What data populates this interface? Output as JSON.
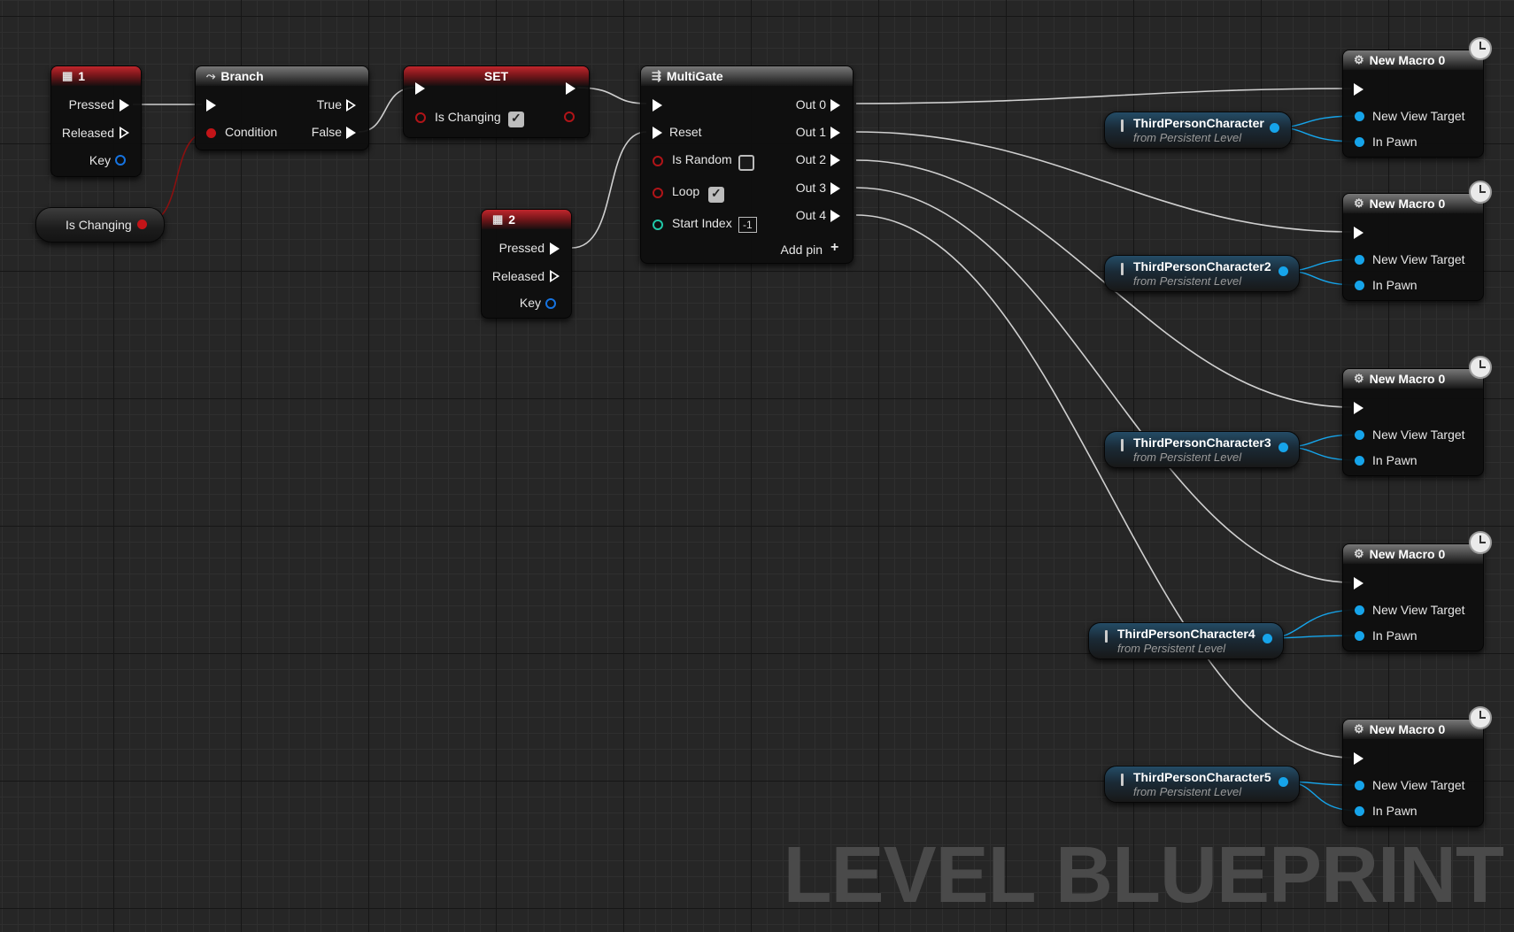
{
  "graph_type": "LEVEL BLUEPRINT",
  "key1": {
    "title": "1",
    "pins": [
      "Pressed",
      "Released",
      "Key"
    ]
  },
  "key2": {
    "title": "2",
    "pins": [
      "Pressed",
      "Released",
      "Key"
    ]
  },
  "is_changing_get": {
    "label": "Is Changing"
  },
  "branch": {
    "title": "Branch",
    "condition": "Condition",
    "true_label": "True",
    "false_label": "False"
  },
  "set_node": {
    "title": "SET",
    "var_label": "Is Changing",
    "checked": true
  },
  "multigate": {
    "title": "MultiGate",
    "reset": "Reset",
    "is_random": "Is Random",
    "is_random_checked": false,
    "loop": "Loop",
    "loop_checked": true,
    "start_index": "Start Index",
    "start_index_value": "-1",
    "outputs": [
      "Out 0",
      "Out 1",
      "Out 2",
      "Out 3",
      "Out 4"
    ],
    "add_pin": "Add pin"
  },
  "macros": [
    {
      "title": "New Macro 0",
      "pin1": "New View Target",
      "pin2": "In Pawn"
    },
    {
      "title": "New Macro 0",
      "pin1": "New View Target",
      "pin2": "In Pawn"
    },
    {
      "title": "New Macro 0",
      "pin1": "New View Target",
      "pin2": "In Pawn"
    },
    {
      "title": "New Macro 0",
      "pin1": "New View Target",
      "pin2": "In Pawn"
    },
    {
      "title": "New Macro 0",
      "pin1": "New View Target",
      "pin2": "In Pawn"
    }
  ],
  "characters": [
    {
      "name": "ThirdPersonCharacter",
      "sub": "from Persistent Level"
    },
    {
      "name": "ThirdPersonCharacter2",
      "sub": "from Persistent Level"
    },
    {
      "name": "ThirdPersonCharacter3",
      "sub": "from Persistent Level"
    },
    {
      "name": "ThirdPersonCharacter4",
      "sub": "from Persistent Level"
    },
    {
      "name": "ThirdPersonCharacter5",
      "sub": "from Persistent Level"
    }
  ],
  "colors": {
    "exec_wire": "#d0d0d0",
    "bool_wire": "#a01010",
    "object_wire": "#16a4ea",
    "event_header": "#b0202a"
  }
}
